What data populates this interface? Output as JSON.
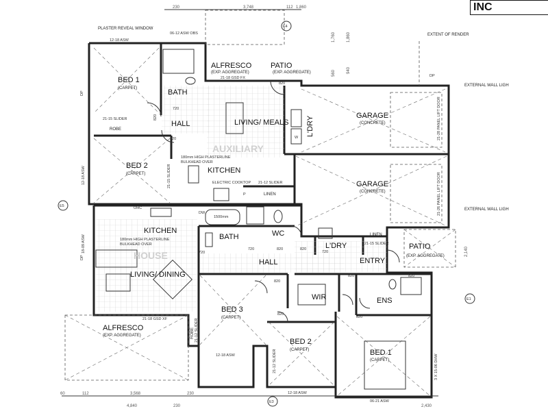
{
  "corner_label": "INC",
  "notes": {
    "plaster_window": "PLASTER REVEAL WINDOW",
    "extent_of_render": "EXTENT OF RENDER",
    "external_light_1": "EXTERNAL WALL LIGH",
    "external_light_2": "EXTERNAL WALL LIGH"
  },
  "rooms": {
    "bed1_top": {
      "name": "BED 1",
      "sub": "(CARPET)"
    },
    "bath_top": {
      "name": "BATH"
    },
    "hall_top": {
      "name": "HALL"
    },
    "robe_top": {
      "name": "ROBE"
    },
    "alfresco_top": {
      "name": "ALFRESCO",
      "sub": "(EXP. AGGREGATE)"
    },
    "patio_top": {
      "name": "PATIO",
      "sub": "(EXP. AGGREGATE)"
    },
    "living_meals": {
      "name": "LIVING/ MEALS"
    },
    "ldry_top": {
      "name": "L'DRY"
    },
    "garage_top": {
      "name": "GARAGE",
      "sub": "(CONCRETE)"
    },
    "bed2_top": {
      "name": "BED 2",
      "sub": "(CARPET)"
    },
    "kitchen_top": {
      "name": "KITCHEN"
    },
    "linen_top": {
      "name": "LINEN"
    },
    "garage_mid": {
      "name": "GARAGE",
      "sub": "(CONCRETE)"
    },
    "kitchen_main": {
      "name": "KITCHEN"
    },
    "bath_main": {
      "name": "BATH"
    },
    "wc_main": {
      "name": "WC"
    },
    "ldry_main": {
      "name": "L'DRY"
    },
    "linen_main": {
      "name": "LINEN"
    },
    "patio_main": {
      "name": "PATIO",
      "sub": "(EXP. AGGREGATE)"
    },
    "entry_main": {
      "name": "ENTRY"
    },
    "living_dining": {
      "name": "LIVING/ DINING"
    },
    "hall_main": {
      "name": "HALL"
    },
    "bed3_main": {
      "name": "BED 3",
      "sub": "(CARPET)"
    },
    "wir_main": {
      "name": "WIR"
    },
    "ens_main": {
      "name": "ENS"
    },
    "robe_main": {
      "name": "ROBE"
    },
    "alfresco_main": {
      "name": "ALFRESCO",
      "sub": "(EXP. AGGREGATE)"
    },
    "bed2_main": {
      "name": "BED 2",
      "sub": "(CARPET)"
    },
    "bed1_main": {
      "name": "BED 1",
      "sub": "(CARPET)"
    }
  },
  "ghost_labels": {
    "auxiliary": "AUXILIARY",
    "house": "HOUSE"
  },
  "bulkhead": {
    "top": [
      "180mm HIGH PLASTERLINE",
      "BULKHEAD OVER"
    ],
    "main": [
      "180mm HIGH PLASTERLINE",
      "BULKHEAD OVER"
    ]
  },
  "fixtures": {
    "bath_len": "1500mm",
    "electric_cooktop": "ELECTRIC COOKTOP",
    "ohc": "OHC",
    "dw": "DW",
    "p": "P",
    "w": "W"
  },
  "windows": {
    "w_top_1": "12-18 ASW",
    "w_top_2": "06-12 ASW OBS",
    "w_fx": "21-18 GSD FX",
    "w_slider_1": "21-15 SLIDER",
    "w_left_1": "12-18 ASW",
    "w_left_2": "18-09 ASW",
    "w_slider_2": "21-15 SLIDER",
    "w_slider_3": "21-12 SLIDER",
    "w_garage_1": "21-28 PANEL LIFT DOOR",
    "w_garage_2": "21-26 PANEL LIFT DOOR",
    "w_slider_4": "21-15 SLIDER",
    "w_gsd_xf": "21-18 GSD XF",
    "w_slider_5": "21-12 SLIDER",
    "w_asw_bed3": "12-18 ASW",
    "w_slider_6": "21-12 SLIDER",
    "w_asw_bed2": "12-18 ASW",
    "w_dhw": "3 X 15-06 DHW",
    "w_asw_bed1": "06-21 ASW"
  },
  "dimensions": {
    "top_1": "230",
    "top_2": "3,748",
    "top_3": "112",
    "top_4": "1,860",
    "v_1": "1,760",
    "v_2": "1,860",
    "v_3": "560",
    "v_4": "940",
    "d_820_a": "820",
    "d_820_b": "820",
    "d_720_a": "720",
    "d_820_c": "820",
    "d_720_b": "720",
    "d_820_d": "820",
    "d_720_c": "720",
    "d_820_e": "820",
    "d_720_d": "720",
    "d_820_f": "820",
    "d_820_g": "820",
    "d_820_h": "820",
    "d_820_i": "820",
    "d_820_j": "820",
    "d_2140": "2,140",
    "bot_1": "60",
    "bot_2": "112",
    "bot_3": "3,568",
    "bot_4": "230",
    "bot_5": "4,840",
    "bot_6": "230",
    "bot_7": "2,430",
    "dp_1": "DP",
    "dp_2": "DP",
    "dp_3": "DP"
  },
  "markers": {
    "e_top": "E4",
    "e_left": "E5",
    "e_right": "E1",
    "e_bottom": "E3"
  }
}
